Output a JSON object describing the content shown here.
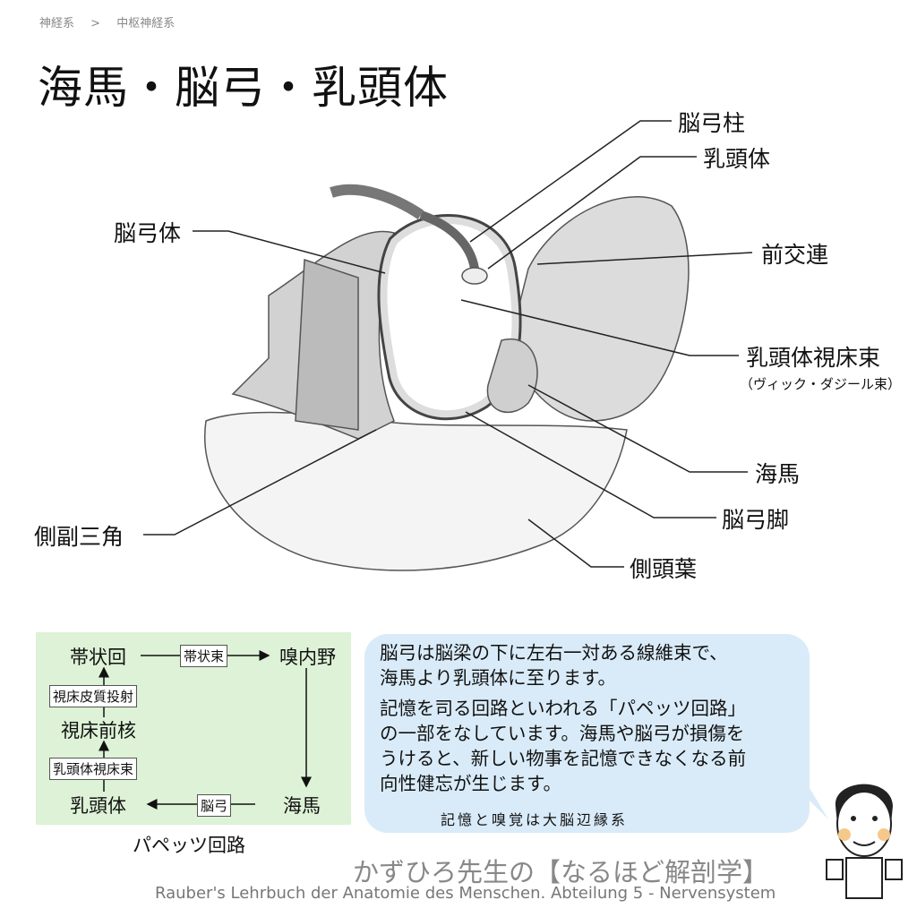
{
  "breadcrumb": [
    "神経系",
    ">",
    "中枢神経系"
  ],
  "title": "海馬・脳弓・乳頭体",
  "labels": {
    "fornix_column": "脳弓柱",
    "mammillary_body": "乳頭体",
    "anterior_commissure": "前交連",
    "mammillothalamic_tract": "乳頭体視床束",
    "mammillothalamic_tract_alt": "（ヴィック・ダジール束）",
    "hippocampus": "海馬",
    "fornix_crus": "脳弓脚",
    "temporal_lobe": "側頭葉",
    "fornix_body": "脳弓体",
    "collateral_trigone": "側副三角"
  },
  "circuit": {
    "caption": "パペッツ回路",
    "nodes": {
      "cingulate": "帯状回",
      "entorhinal": "嗅内野",
      "hippocampus": "海馬",
      "mammillary": "乳頭体",
      "anterior_nucleus": "視床前核"
    },
    "edges": {
      "cingulum": "帯状束",
      "fornix": "脳弓",
      "mammillothalamic": "乳頭体視床束",
      "thalamocortical": "視床皮質投射"
    },
    "bg_color": "#ddf2d6"
  },
  "bubble": {
    "lines": [
      "脳弓は脳梁の下に左右一対ある線維束で、",
      "海馬より乳頭体に至ります。",
      "記憶を司る回路といわれる「パペッツ回路」",
      "の一部をなしています。海馬や脳弓が損傷を",
      "うけると、新しい物事を記憶できなくなる前",
      "向性健忘が生じます。"
    ],
    "handwritten": "記憶と嗅覚は大脳辺縁系",
    "bg_color": "#d9ebf8"
  },
  "brand": "かずひろ先生の【なるほど解剖学】",
  "source": "Rauber's Lehrbuch der Anatomie des Menschen. Abteilung 5 -  Nervensystem"
}
